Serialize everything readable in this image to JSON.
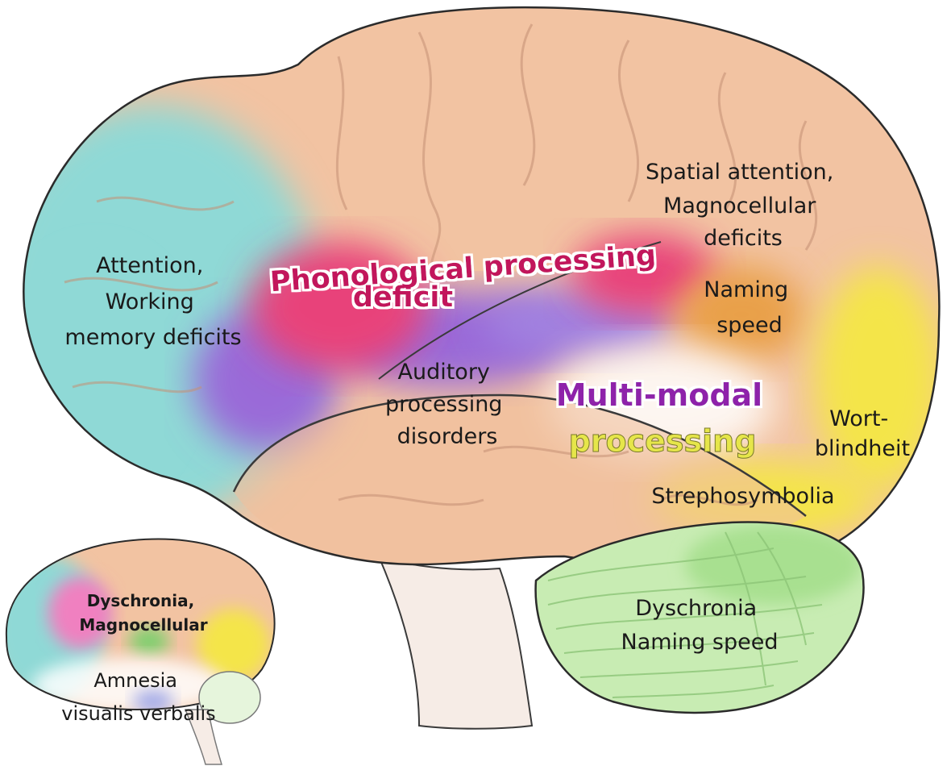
{
  "labels": {
    "attention": [
      "Attention,",
      "Working",
      "memory deficits"
    ],
    "phonological": [
      "Phonological processing",
      "deficit"
    ],
    "spatial": [
      "Spatial attention,",
      "Magnocellular",
      "deficits"
    ],
    "naming": [
      "Naming",
      "speed"
    ],
    "auditory": [
      "Auditory",
      "processing",
      "disorders"
    ],
    "multimodal": [
      "Multi-modal",
      "processing"
    ],
    "wort": [
      "Wort-",
      "blindheit"
    ],
    "strepho": "Strephosymbolia",
    "cerebellum": [
      "Dyschronia",
      "Naming speed"
    ],
    "medial_upper": [
      "Dyschronia,",
      "Magnocellular"
    ],
    "medial_lower": [
      "Amnesia",
      "visualis verbalis"
    ]
  },
  "colors": {
    "frontal": "#8fd9d6",
    "cortex": "#f2c3a2",
    "phonological": "#e8437a",
    "auditory": "#9a6ad8",
    "naming": "#e9a04a",
    "occipital": "#f4e54a",
    "cerebellum": "#bde7a8",
    "phonological_text": "#c2185b",
    "multimodal_text": "#7b1fa2",
    "processing_text": "#e0e040"
  }
}
